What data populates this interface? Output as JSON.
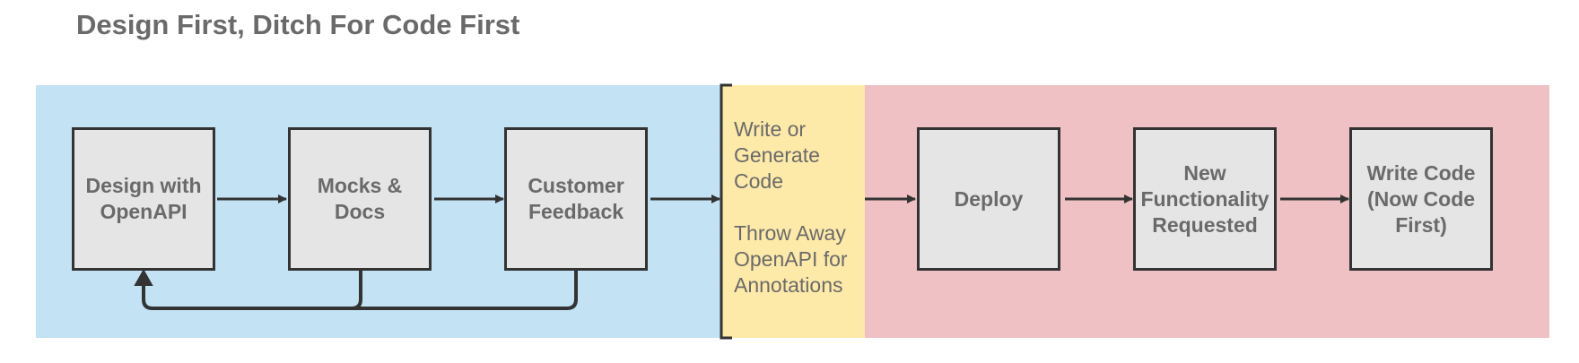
{
  "title": "Design First, Ditch For Code First",
  "colors": {
    "design_zone": "#c3e3f5",
    "transition_zone": "#fde9a8",
    "code_zone": "#efc1c4",
    "node_fill": "#e5e5e5",
    "node_border": "#333333",
    "text": "#6a6a6a"
  },
  "nodes": [
    {
      "id": "design-openapi",
      "label": "Design with\nOpenAPI"
    },
    {
      "id": "mocks-docs",
      "label": "Mocks &\nDocs"
    },
    {
      "id": "customer-feedback",
      "label": "Customer\nFeedback"
    },
    {
      "id": "deploy",
      "label": "Deploy"
    },
    {
      "id": "new-functionality",
      "label": "New\nFunctionality\nRequested"
    },
    {
      "id": "write-code",
      "label": "Write Code\n(Now Code\nFirst)"
    }
  ],
  "transition_note": {
    "lines_1": [
      "Write or",
      "Generate",
      "Code"
    ],
    "lines_2": [
      "Throw Away",
      "OpenAPI for",
      "Annotations"
    ]
  }
}
